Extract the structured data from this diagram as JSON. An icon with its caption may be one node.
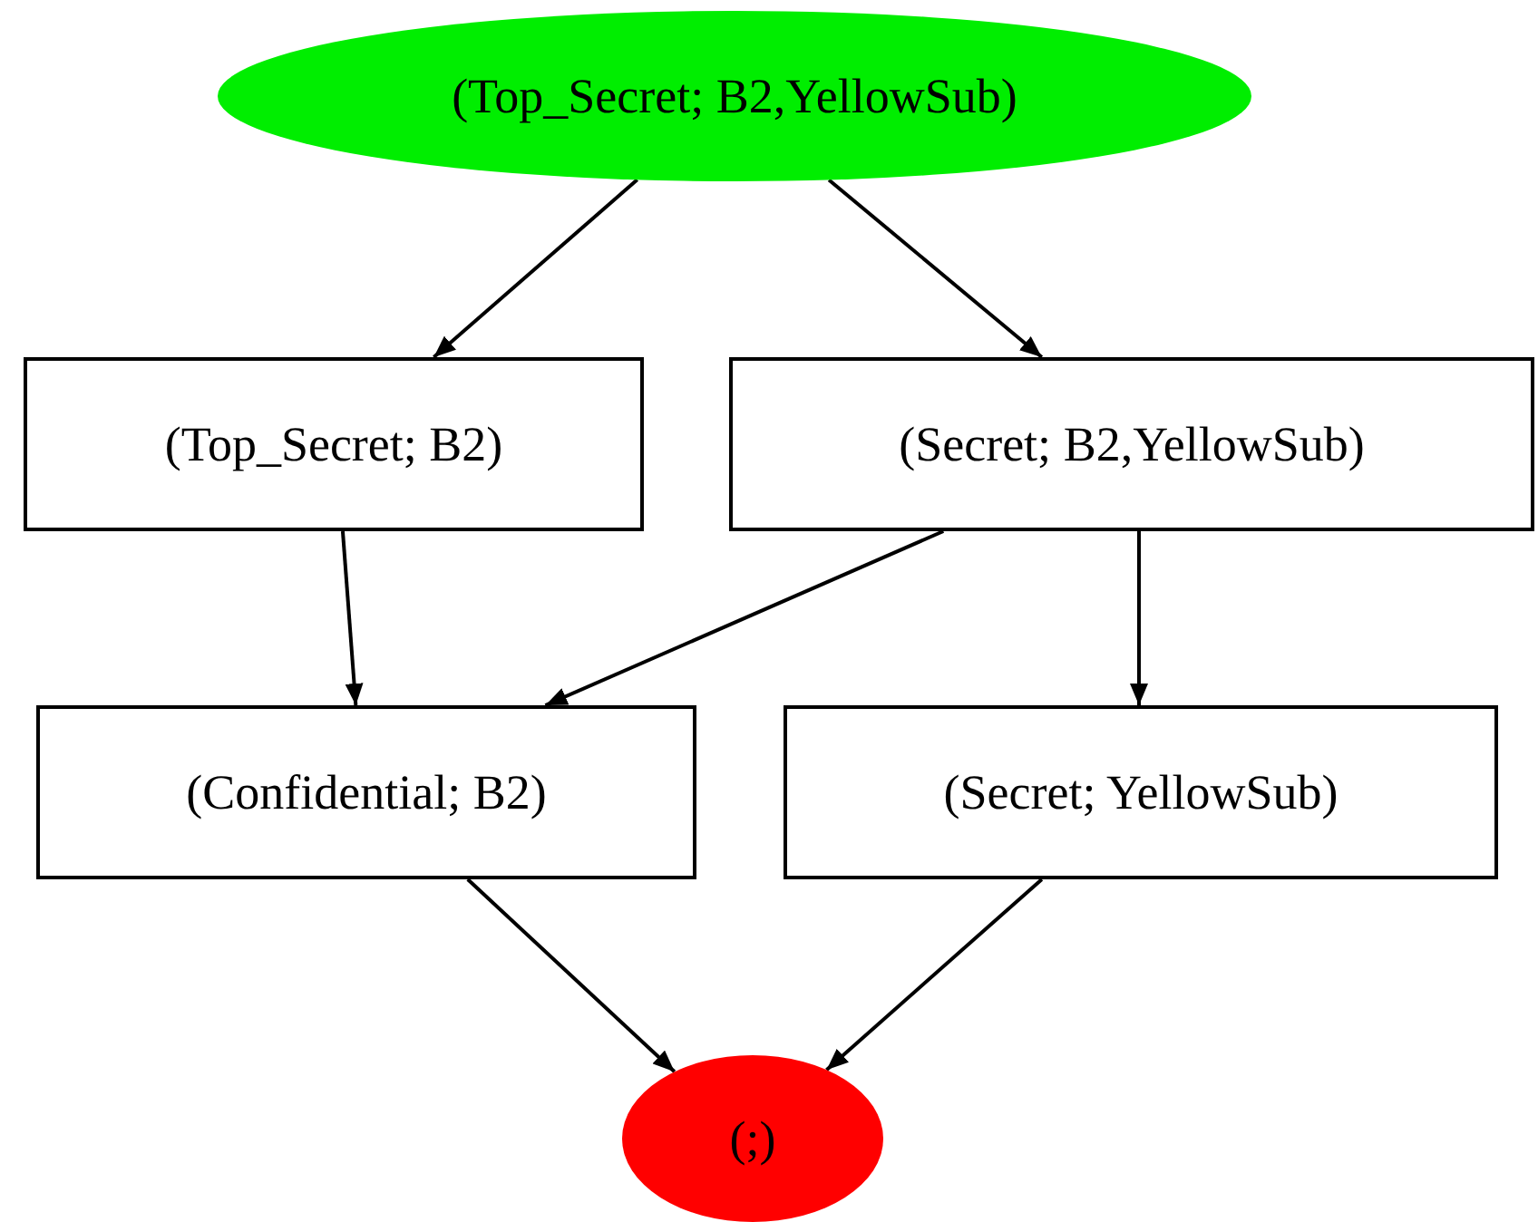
{
  "diagram": {
    "nodes": [
      {
        "text": [
          "(Top_Secret; B2,YellowSub)"
        ]
      },
      {
        "text": [
          "(Top_Secret; B2)"
        ]
      },
      {
        "text": [
          "(Secret; B2,YellowSub)"
        ]
      },
      {
        "text": [
          "(Confidential; B2)"
        ]
      },
      {
        "text": [
          "(Secret; YellowSub)"
        ]
      },
      {
        "text": [
          "(;)"
        ]
      }
    ],
    "edges": [
      {
        "from": 0,
        "to": 1,
        "arrow": "to"
      },
      {
        "from": 0,
        "to": 2,
        "arrow": "to"
      },
      {
        "from": 1,
        "to": 3,
        "arrow": "to"
      },
      {
        "from": 2,
        "to": 3,
        "arrow": "to"
      },
      {
        "from": 2,
        "to": 4,
        "arrow": "to"
      },
      {
        "from": 3,
        "to": 5,
        "arrow": "to"
      },
      {
        "from": 4,
        "to": 5,
        "arrow": "to"
      }
    ]
  }
}
